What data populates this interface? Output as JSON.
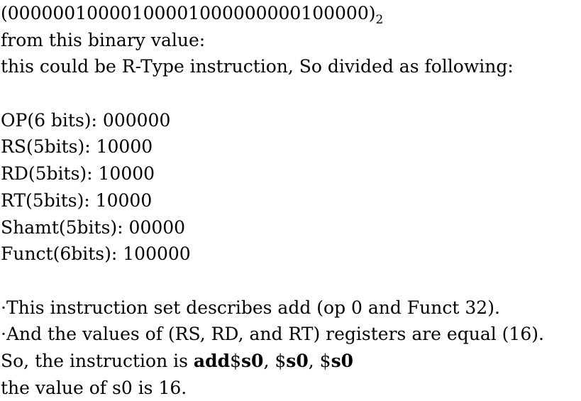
{
  "doc": {
    "binary_value": "(00000010000100001000000000100000)",
    "binary_subscript": "2",
    "intro_line": "from this binary value:",
    "rtype_line": "this could be R-Type instruction, So divided as following:",
    "fields": [
      "OP(6 bits): 000000",
      "RS(5bits): 10000",
      "RD(5bits): 10000",
      "RT(5bits): 10000",
      "Shamt(5bits): 00000",
      "Funct(6bits): 100000"
    ],
    "notes": [
      "·This instruction set describes add (op 0 and Funct 32).",
      "·And the values of (RS, RD, and RT) registers are equal (16)."
    ],
    "instruction": {
      "prefix": "So, the instruction is ",
      "mnemonic": "add",
      "dollar1": "$",
      "reg1": "s0",
      "sep1": ", ",
      "dollar2": "$",
      "reg2": "s0",
      "sep2": ", ",
      "dollar3": "$",
      "reg3": "s0"
    },
    "conclusion": "the value of s0 is 16."
  }
}
